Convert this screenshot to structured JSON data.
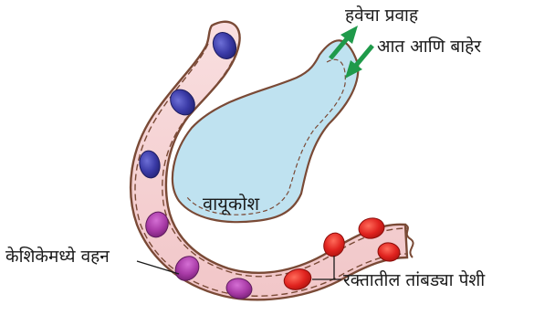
{
  "labels": {
    "airflow_line1": "हवेचा प्रवाह",
    "airflow_line2": "आत आणि बाहेर",
    "alveolus": "वायूकोश",
    "capillary_flow": "केशिकेमध्ये वहन",
    "red_blood_cells": "रक्तातील तांबड्या पेशी"
  },
  "colors": {
    "alveolus_fill": "#bfe2f0",
    "capillary_fill": "#f6d2d3",
    "capillary_wall": "#7a4a36",
    "airflow_arrow": "#1f9a4a",
    "deoxygenated_cell": "#3a3aa6",
    "transition_cell": "#a83aa6",
    "oxygenated_cell": "#e0231f"
  },
  "cells": {
    "deoxygenated_count": 3,
    "transition_count": 3,
    "oxygenated_count": 4
  }
}
